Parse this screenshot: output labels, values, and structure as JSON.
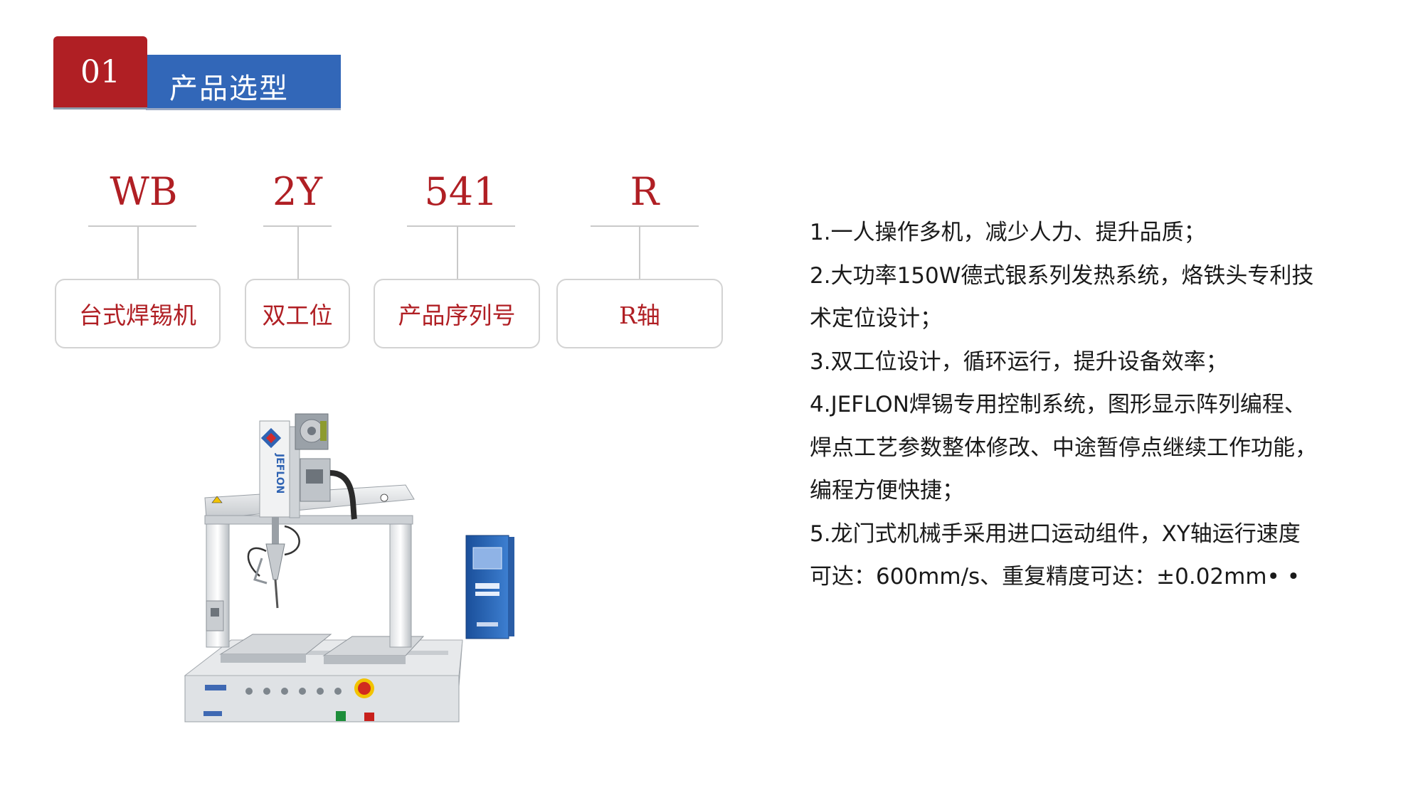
{
  "header": {
    "number": "01",
    "title": "产品选型"
  },
  "model_code": {
    "segments": [
      {
        "code": "WB",
        "meaning": "台式焊锡机"
      },
      {
        "code": "2Y",
        "meaning": "双工位"
      },
      {
        "code": "541",
        "meaning": "产品序列号"
      },
      {
        "code": "R",
        "meaning": "R轴"
      }
    ]
  },
  "features": {
    "lines": [
      "1.一人操作多机，减少人力、提升品质；",
      "2.大功率150W德式银系列发热系统，烙铁头专利技",
      "术定位设计；",
      "3.双工位设计，循环运行，提升设备效率；",
      "4.JEFLON焊锡专用控制系统，图形显示阵列编程、",
      "焊点工艺参数整体修改、中途暂停点继续工作功能，",
      "编程方便快捷；",
      "5.龙门式机械手采用进口运动组件，XY轴运行速度",
      "可达：600mm/s、重复精度可达：±0.02mm• •"
    ]
  },
  "machine": {
    "brand_vertical": "JEFLON"
  },
  "colors": {
    "accent_red": "#b01f24",
    "header_blue": "#3267b8",
    "line_gray": "#c9c9c9"
  }
}
